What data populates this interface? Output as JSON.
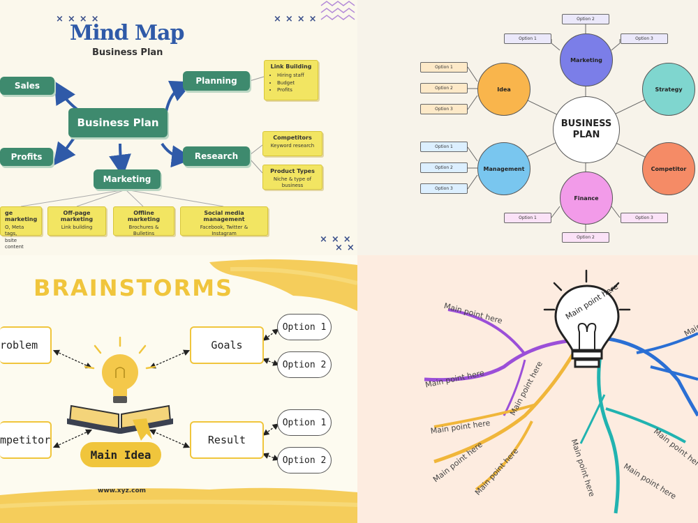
{
  "mindmap": {
    "title": "Mind Map",
    "subtitle": "Business Plan",
    "center": "Business Plan",
    "branches": {
      "sales": "Sales",
      "profits": "Profits",
      "planning": "Planning",
      "research": "Research",
      "marketing": "Marketing"
    },
    "link_building": {
      "title": "Link Building",
      "items": [
        "Hiring staff",
        "Budget",
        "Profits"
      ]
    },
    "competitors": {
      "title": "Competitors",
      "text": "Keyword research"
    },
    "product_types": {
      "title": "Product Types",
      "text": "Niche & type of business"
    },
    "marketing_boxes": [
      {
        "title": "ge marketing",
        "text": "O, Meta tags,\nbsite content"
      },
      {
        "title": "Off-page marketing",
        "text": "Link building"
      },
      {
        "title": "Offline marketing",
        "text": "Brochures & Bulletins"
      },
      {
        "title": "Social media management",
        "text": "Facebook, Twitter &\nInstagram"
      }
    ]
  },
  "business_plan": {
    "center": "BUSINESS\nPLAN",
    "nodes": {
      "marketing": "Marketing",
      "idea": "Idea",
      "strategy": "Strategy",
      "management": "Management",
      "competitor": "Competitor",
      "finance": "Finance"
    },
    "options": {
      "o1": "Option 1",
      "o2": "Option 2",
      "o3": "Option 3"
    },
    "colors": {
      "marketing": "#7b7ee8",
      "idea": "#f9b54c",
      "strategy": "#7fd6cf",
      "management": "#79c6ef",
      "competitor": "#f58b66",
      "finance": "#f29be9"
    }
  },
  "brainstorms": {
    "title": "BRAINSTORMS",
    "problem": "roblem",
    "goals": "Goals",
    "competitor": "mpetitor",
    "result": "Result",
    "main_idea": "Main Idea",
    "option1": "Option 1",
    "option2": "Option 2",
    "url": "www.xyz.com"
  },
  "lightbulb_map": {
    "center": "Main point here",
    "label": "Main point here"
  }
}
